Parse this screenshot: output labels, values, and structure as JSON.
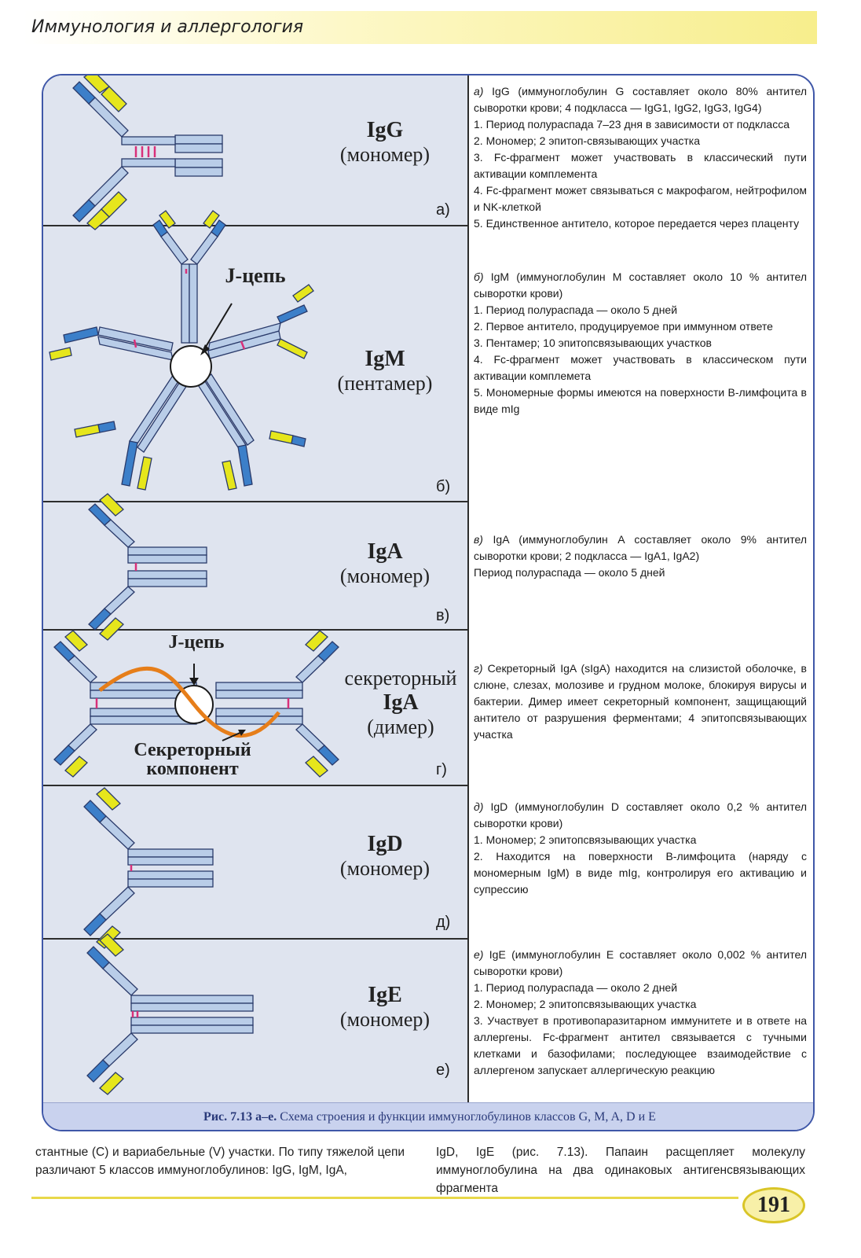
{
  "header": {
    "title": "Иммунология и аллергология"
  },
  "panels": [
    {
      "letter": "а)",
      "name": "IgG",
      "sub": "(мономер)"
    },
    {
      "letter": "б)",
      "name": "IgM",
      "sub": "(пентамер)",
      "jchain": "J-цепь"
    },
    {
      "letter": "в)",
      "name": "IgA",
      "sub": "(мономер)"
    },
    {
      "letter": "г)",
      "name_top": "секреторный",
      "name": "IgA",
      "sub": "(димер)",
      "jchain": "J-цепь",
      "secretory": "Секреторный",
      "secretory2": "компонент"
    },
    {
      "letter": "д)",
      "name": "IgD",
      "sub": "(мономер)"
    },
    {
      "letter": "е)",
      "name": "IgE",
      "sub": "(мономер)"
    }
  ],
  "descriptions": {
    "a": {
      "intro_italic": "а)",
      "intro": " IgG (иммуноглобулин G составляет около 80% антител сыворотки крови; 4 подкласса — IgG1, IgG2, IgG3, IgG4)",
      "items": [
        "1. Период полураспада 7–23 дня в зависимости от подкласса",
        "2. Мономер; 2 эпитоп-связывающих участка",
        "3. Fc-фрагмент может участвовать в классический пути активации комплемента",
        "4. Fc-фрагмент может связываться с макрофагом, нейтрофилом и NK-клеткой",
        "5. Единственное антитело, которое передается через плаценту"
      ]
    },
    "b": {
      "intro_italic": "б)",
      "intro": " IgM (иммуноглобулин M составляет около 10 % антител сыворотки крови)",
      "items": [
        "1. Период полураспада — около 5 дней",
        "2. Первое антитело, продуцируемое при иммунном ответе",
        "3. Пентамер; 10 эпитопсвязывающих участков",
        "4. Fc-фрагмент может участвовать в классическом пути активации комплемета",
        "5. Мономерные формы имеются на поверхности B-лимфоцита в виде mIg"
      ]
    },
    "c": {
      "intro_italic": "в)",
      "intro": " IgA (иммуноглобулин A составляет около 9% антител сыворотки крови; 2 подкласса — IgA1, IgA2)",
      "items": [
        "Период полураспада — около 5 дней"
      ]
    },
    "d": {
      "intro_italic": "г)",
      "intro": " Секреторный IgA (sIgA) находится на слизистой оболочке, в слюне, слезах, молозиве и грудном молоке, блокируя вирусы и бактерии. Димер имеет секреторный компонент, защищающий антитело от разрушения ферментами; 4 эпитопсвязывающих участка",
      "items": []
    },
    "e": {
      "intro_italic": "д)",
      "intro": " IgD (иммуноглобулин D составляет около 0,2 % антител сыворотки крови)",
      "items": [
        "1. Мономер; 2 эпитопсвязывающих участка",
        "2. Находится на поверхности B-лимфоцита (наряду с мономерным IgM) в виде mIg, контролируя его активацию и супрессию"
      ]
    },
    "f": {
      "intro_italic": "е)",
      "intro": " IgE (иммуноглобулин E составляет около 0,002 % антител сыворотки крови)",
      "items": [
        "1. Период полураспада — около 2 дней",
        "2. Мономер; 2 эпитопсвязывающих участка",
        "3. Участвует в противопаразитарном иммунитете и в ответе на аллергены. Fc-фрагмент антител связывается с тучными клетками и базофилами; последующее взаимодействие с аллергеном запускает аллергическую реакцию"
      ]
    }
  },
  "caption": {
    "bold": "Рис. 7.13 а–е.",
    "text": " Схема строения и функции иммуноглобулинов классов G, M, A, D и E"
  },
  "bottom": {
    "left": "стантные (C) и вариабельные (V) участки. По типу тяжелой цепи различают 5 классов иммуноглобулинов: IgG, IgM, IgA,",
    "right": "IgD, IgE (рис. 7.13). Папаин расщепляет молекулу иммуноглобулина на два одинаковых антигенсвязывающих фрагмента"
  },
  "page_number": "191",
  "colors": {
    "blue": "#3c7fc9",
    "yellow": "#e6e61c",
    "light": "#b9cde8",
    "pink": "#d8307a",
    "orange": "#e67e1a",
    "frame": "#3f57a8"
  }
}
